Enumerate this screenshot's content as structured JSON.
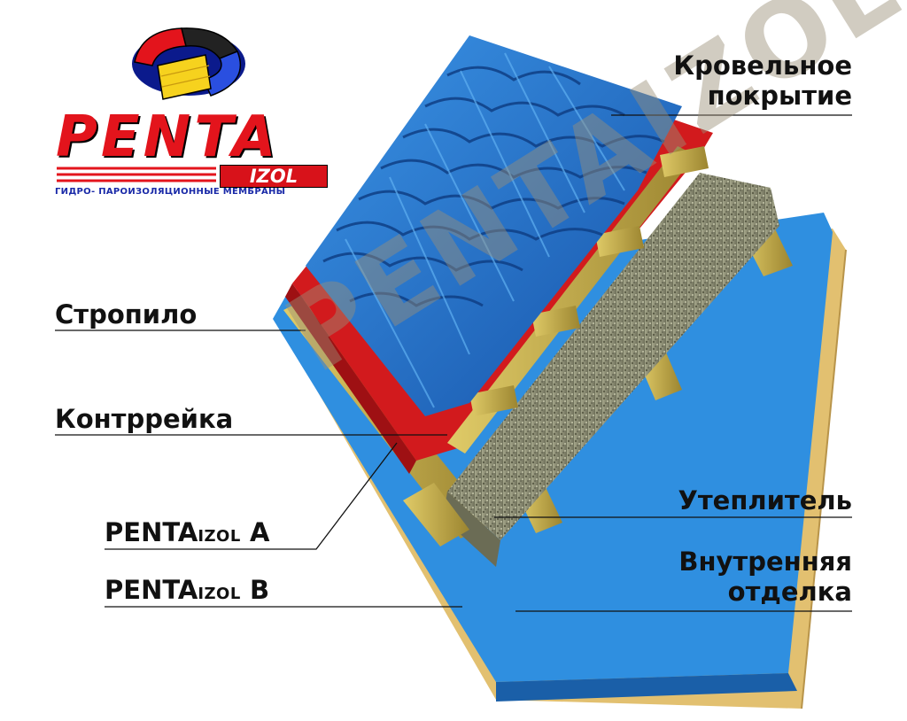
{
  "logo": {
    "wordmark": "PENTA",
    "sub_wordmark": "IZOL",
    "tagline": "ГИДРО- ПАРОИЗОЛЯЦИОННЫЕ МЕМБРАНЫ"
  },
  "watermark": "PENTAIZOL",
  "labels": {
    "roof_covering_line1": "Кровельное",
    "roof_covering_line2": "покрытие",
    "rafter": "Стропило",
    "counter_batten": "Контррейка",
    "membrane_a_main": "PENTA",
    "membrane_a_sub": "IZOL",
    "membrane_a_suffix": "A",
    "membrane_b_main": "PENTA",
    "membrane_b_sub": "IZOL",
    "membrane_b_suffix": "B",
    "insulation": "Утеплитель",
    "interior_line1": "Внутренняя",
    "interior_line2": "отделка"
  },
  "colors": {
    "tile": "#1f74c9",
    "red_membrane": "#d21a1d",
    "blue_membrane": "#2f8fe0",
    "batten": "#c7b04a",
    "insulation": "#8e8f74",
    "interior": "#e2c070",
    "logo_red": "#e3141c",
    "logo_blue": "#1a2aa8"
  }
}
